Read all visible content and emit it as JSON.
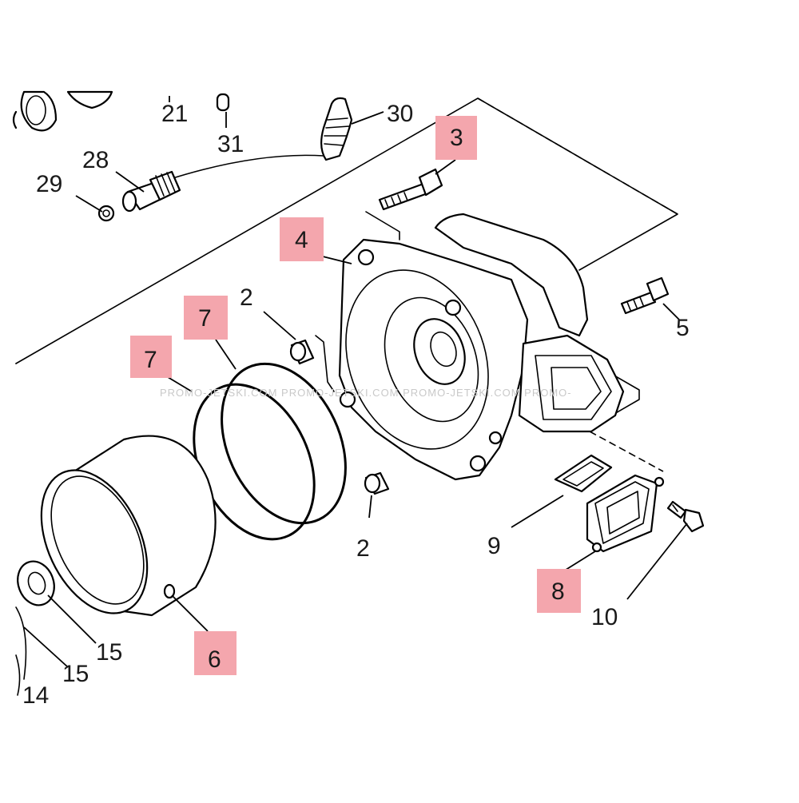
{
  "colors": {
    "highlight": "#f4a6ad",
    "ink": "#000000",
    "text": "#1a1a1a",
    "watermark": "#c9c9c9"
  },
  "callouts": [
    {
      "id": "21",
      "label": "21",
      "highlighted": false
    },
    {
      "id": "31",
      "label": "31",
      "highlighted": false
    },
    {
      "id": "30",
      "label": "30",
      "highlighted": false
    },
    {
      "id": "28",
      "label": "28",
      "highlighted": false
    },
    {
      "id": "29",
      "label": "29",
      "highlighted": false
    },
    {
      "id": "3",
      "label": "3",
      "highlighted": true
    },
    {
      "id": "4",
      "label": "4",
      "highlighted": true
    },
    {
      "id": "2a",
      "label": "2",
      "highlighted": false
    },
    {
      "id": "5",
      "label": "5",
      "highlighted": false
    },
    {
      "id": "7a",
      "label": "7",
      "highlighted": true
    },
    {
      "id": "7b",
      "label": "7",
      "highlighted": true
    },
    {
      "id": "2b",
      "label": "2",
      "highlighted": false
    },
    {
      "id": "9",
      "label": "9",
      "highlighted": false
    },
    {
      "id": "8",
      "label": "8",
      "highlighted": true
    },
    {
      "id": "10",
      "label": "10",
      "highlighted": false
    },
    {
      "id": "6",
      "label": "6",
      "highlighted": true
    },
    {
      "id": "15a",
      "label": "15",
      "highlighted": false
    },
    {
      "id": "15b",
      "label": "15",
      "highlighted": false
    },
    {
      "id": "14",
      "label": "14",
      "highlighted": false
    }
  ],
  "watermark": "PROMO-JETSKI.COM  PROMO-JETSKI.COM  PROMO-JETSKI.COM  PROMO-"
}
